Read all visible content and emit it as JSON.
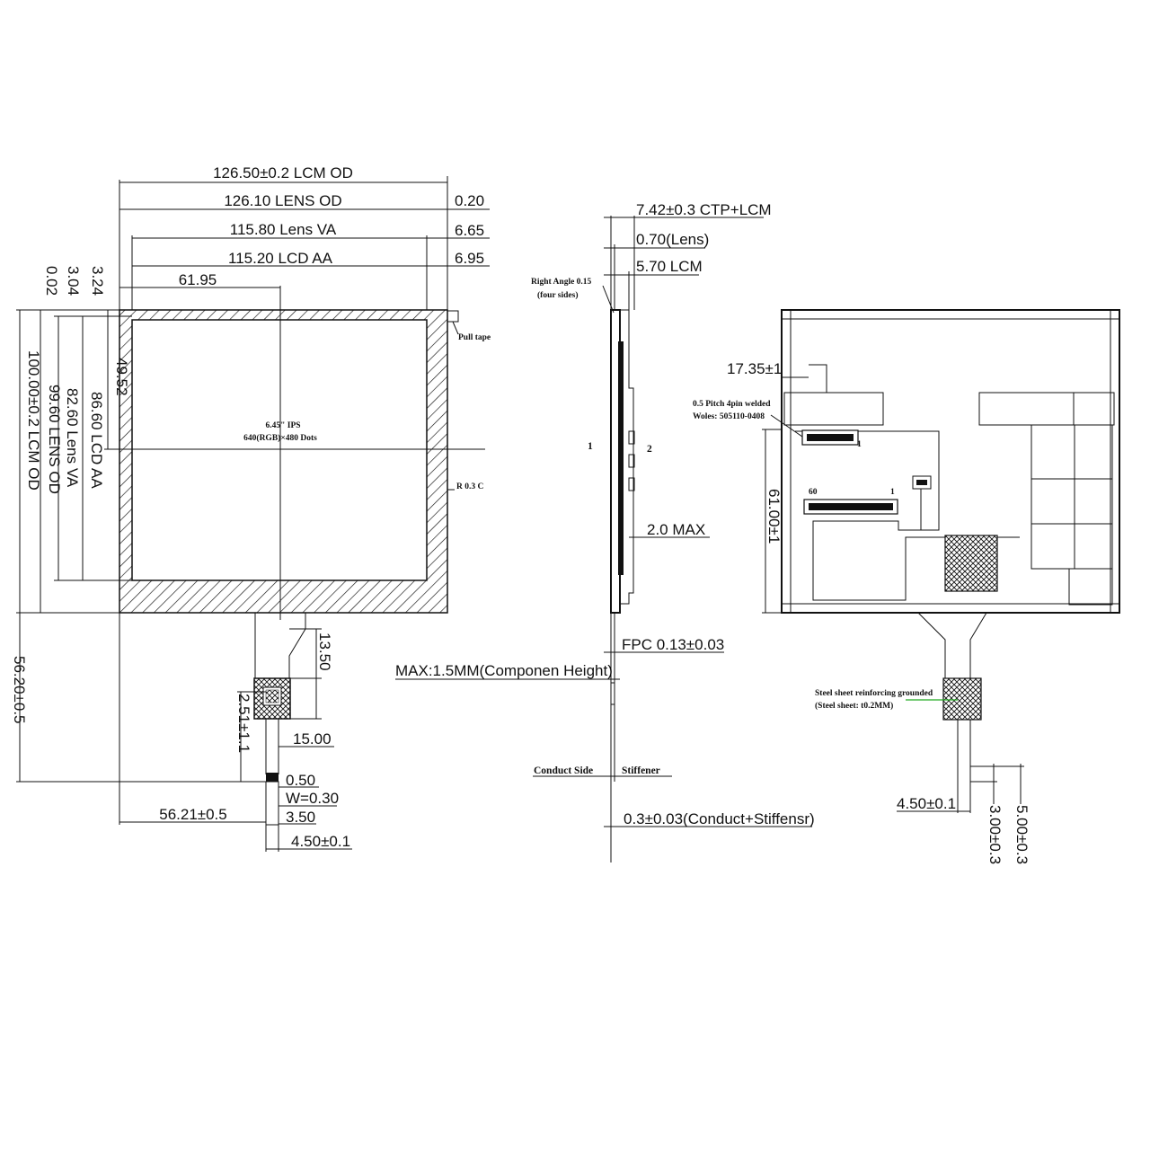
{
  "front_view": {
    "lcm_od_width": "126.50±0.2 LCM OD",
    "lens_od_width": "126.10 LENS OD",
    "lens_od_offset": "0.20",
    "lens_va_width": "115.80 Lens VA",
    "lens_va_offset": "6.65",
    "lcd_aa_width": "115.20 LCD AA",
    "lcd_aa_offset": "6.95",
    "center_x": "61.95",
    "offset_002": "0.02",
    "offset_304": "3.04",
    "offset_324": "3.24",
    "lcm_od_height": "100.00±0.2 LCM OD",
    "lens_od_height": "99.60 LENS OD",
    "lens_va_height": "82.60 Lens VA",
    "lcd_aa_height": "86.60 LCD AA",
    "center_y": "49.52",
    "fpc_length": "56.20±0.5",
    "fpc_dim_1350": "13.50",
    "fpc_dim_1500": "15.00",
    "fpc_dim_251": "2.51±1.1",
    "fpc_dim_050": "0.50",
    "fpc_dim_w": "W=0.30",
    "fpc_dim_350": "3.50",
    "fpc_dim_450": "4.50±0.1",
    "fpc_pos": "56.21±0.5",
    "panel_line1": "6.45\" IPS",
    "panel_line2": "640(RGB)×480 Dots",
    "pull_tape": "Pull tape",
    "corner_radius": "R 0.3 C"
  },
  "side_view": {
    "total_thickness": "7.42±0.3 CTP+LCM",
    "lens_thickness": "0.70(Lens)",
    "lcm_thickness": "5.70 LCM",
    "right_angle_1": "Right Angle 0.15",
    "right_angle_2": "(four sides)",
    "label_1": "1",
    "label_2": "2",
    "max_20": "2.0 MAX",
    "fpc_thickness": "FPC 0.13±0.03",
    "component_height": "MAX:1.5MM(Componen Height)",
    "conduct_side": "Conduct Side",
    "stiffener": "Stiffener",
    "conduct_stiffener": "0.3±0.03(Conduct+Stiffensr)"
  },
  "back_view": {
    "dim_1735": "17.35±1",
    "connector_1": "0.5 Pitch 4pin welded",
    "connector_2": "Woles: 505110-0408",
    "dim_6100": "61.00±1",
    "pin_60": "60",
    "pin_1a": "1",
    "pin_1b": "1",
    "steel_1": "Steel sheet reinforcing grounded",
    "steel_2": "(Steel sheet: t0.2MM)",
    "dim_450": "4.50±0.1",
    "dim_300": "3.00±0.3",
    "dim_500": "5.00±0.3"
  },
  "colors": {
    "line": "#111111",
    "leader_green": "#22aa22"
  }
}
